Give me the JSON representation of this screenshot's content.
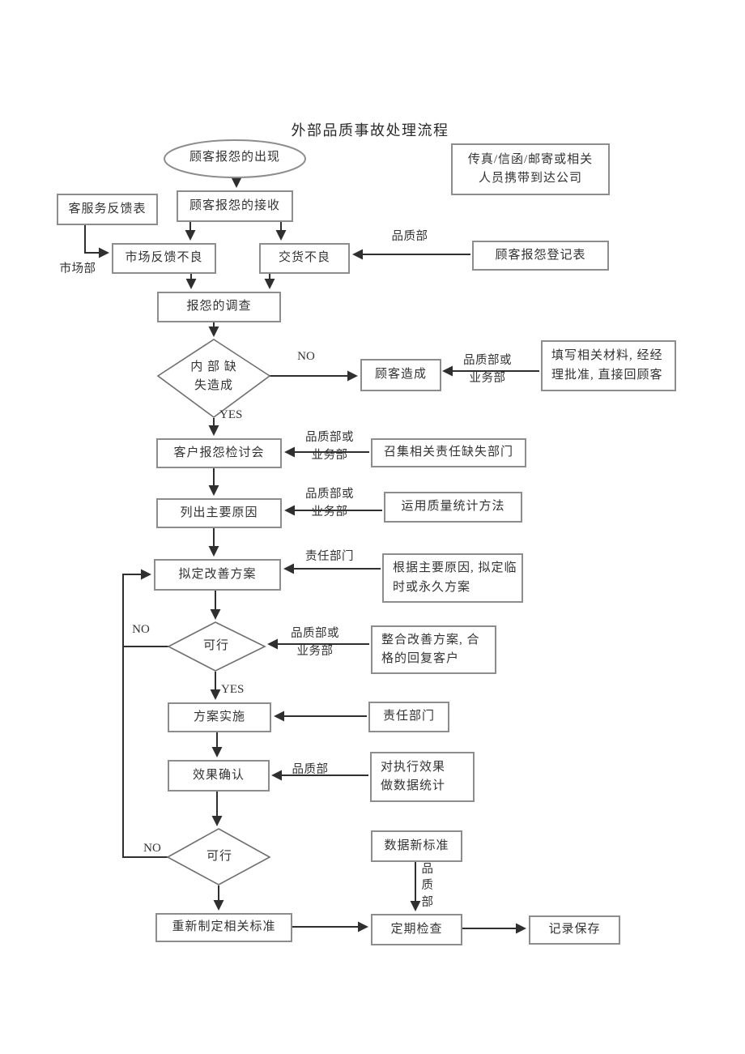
{
  "title": "外部品质事故处理流程",
  "nodes": {
    "start": "顾客报怨的出现",
    "receive": "顾客报怨的接收",
    "fax_note": "传真/信函/邮寄或相关\n人员携带到达公司",
    "feedback_form": "客服务反馈表",
    "market_bad": "市场反馈不良",
    "delivery_bad": "交货不良",
    "register_form": "顾客报怨登记表",
    "investigate": "报怨的调查",
    "internal_defect": "内 部 缺\n失造成",
    "customer_caused": "顾客造成",
    "fill_material": "填写相关材料, 经经\n理批准, 直接回顾客",
    "review_meeting": "客户报怨检讨会",
    "convene": "召集相关责任缺失部门",
    "list_causes": "列出主要原因",
    "stat_method": "运用质量统计方法",
    "draft_plan": "拟定改善方案",
    "plan_basis": "根据主要原因, 拟定临\n时或永久方案",
    "feasible1": "可行",
    "integrate": "整合改善方案, 合\n格的回复客户",
    "implement": "方案实施",
    "resp_dept_box": "责任部门",
    "confirm_effect": "效果确认",
    "stat_effect": "对执行效果\n做数据统计",
    "feasible2": "可行",
    "new_standard": "数据新标准",
    "redefine": "重新制定相关标准",
    "periodic_check": "定期检查",
    "record_save": "记录保存"
  },
  "labels": {
    "market_dept": "市场部",
    "quality_dept_top": "品质部",
    "no1": "NO",
    "qob1": "品质部或\n业务部",
    "yes1": "YES",
    "qob2": "品质部或\n业务部",
    "qob3": "品质部或\n业务部",
    "resp_dept": "责任部门",
    "no2": "NO",
    "qob4": "品质部或\n业务部",
    "yes2": "YES",
    "quality_dept_mid": "品质部",
    "no3": "NO",
    "quality_dept_vertical": "品\n质\n部"
  },
  "colors": {
    "line": "#2f2f2f",
    "box_border": "#8d8d8d",
    "text": "#333333",
    "background": "#ffffff"
  }
}
